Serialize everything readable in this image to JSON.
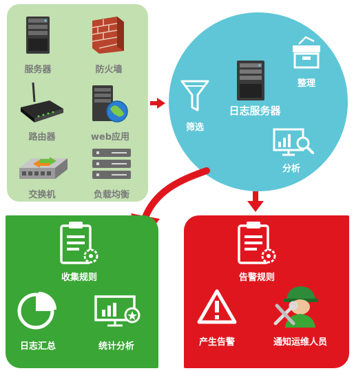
{
  "sources": {
    "server": "服务器",
    "firewall": "防火墙",
    "router": "路由器",
    "web_app": "web应用",
    "switch": "交换机",
    "load_balancer": "负载均衡"
  },
  "log_server": {
    "title": "日志服务器",
    "filter": "筛选",
    "organize": "整理",
    "analyze": "分析"
  },
  "storage": {
    "collect_rules": "收集规则",
    "log_summary": "日志汇总",
    "stat_analysis": "统计分析"
  },
  "alerts": {
    "alert_rules": "告警规则",
    "raise_alert": "产生告警",
    "notify_ops": "通知运维人员"
  },
  "colors": {
    "sources_bg": "#c2e0b0",
    "server_circle": "#5ec6d7",
    "storage_panel": "#3aa635",
    "alert_panel": "#e0161f",
    "arrow": "#e0161f"
  }
}
